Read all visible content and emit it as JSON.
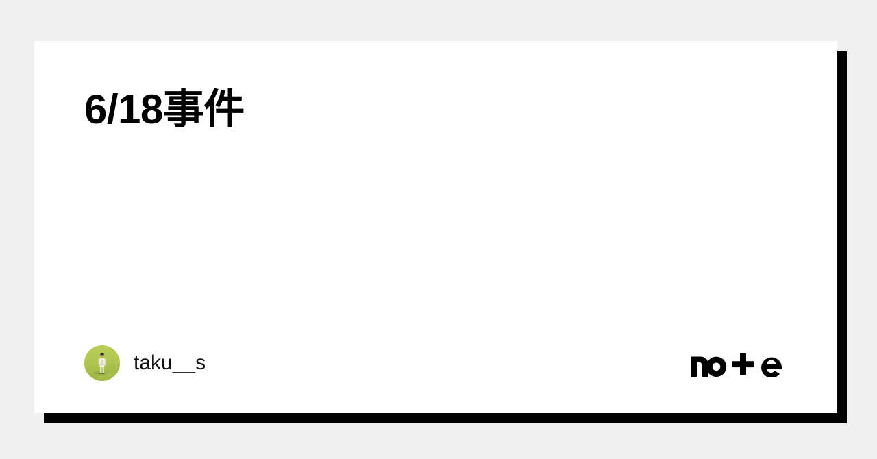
{
  "page": {
    "background_color": "#f0f0f0",
    "type": "note-article-share-card"
  },
  "card": {
    "background_color": "#ffffff",
    "shadow_color": "#000000",
    "title": "6/18事件"
  },
  "author": {
    "name": "taku__s",
    "avatar": {
      "icon_name": "avatar-photo-player-on-field",
      "field_color": "#b3c94e",
      "field_shadow_color": "#9cb342",
      "uniform_color": "#f2efe6",
      "hair_color": "#3a3329"
    }
  },
  "brand": {
    "name": "note",
    "logo_color": "#000000",
    "letters": [
      "n",
      "o",
      "t",
      "e"
    ]
  }
}
